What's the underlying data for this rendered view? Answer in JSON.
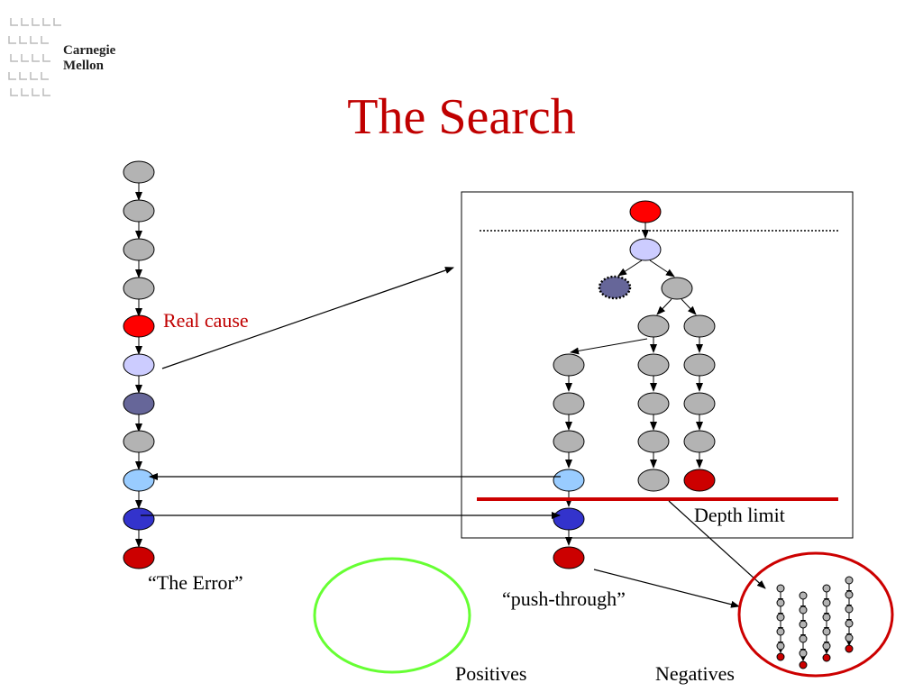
{
  "slide": {
    "title": "The Search",
    "logo": {
      "line1": "Carnegie",
      "line2": "Mellon"
    }
  },
  "labels": {
    "real_cause": "Real cause",
    "the_error": "“The Error”",
    "depth_limit": "Depth limit",
    "push_through": "“push-through”",
    "positives": "Positives",
    "negatives": "Negatives"
  },
  "colors": {
    "title": "#c00000",
    "node_gray": "#b3b3b3",
    "node_red": "#ff0000",
    "node_darkred": "#cc0000",
    "node_lavender": "#ccccff",
    "node_slate": "#666699",
    "node_lightblue": "#99ccff",
    "node_blue": "#3333cc",
    "depth_line": "#cc0000",
    "positives_circle": "#66ff33",
    "negatives_circle": "#cc0000"
  }
}
